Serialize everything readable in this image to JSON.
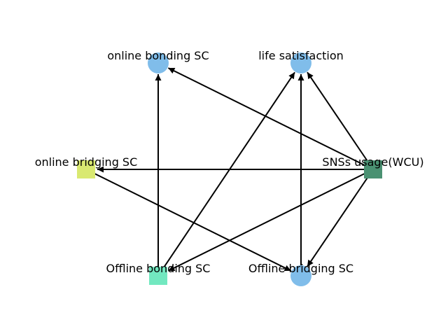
{
  "diagram": {
    "nodes": [
      {
        "id": "snss",
        "label": "SNSs usage(WCU)",
        "shape": "square",
        "color": "#4a9172"
      },
      {
        "id": "bonding_online",
        "label": "online bonding SC",
        "shape": "circle",
        "color": "#80bdea"
      },
      {
        "id": "life",
        "label": "life satisfaction",
        "shape": "circle",
        "color": "#80bdea"
      },
      {
        "id": "bridging_online",
        "label": "online bridging SC",
        "shape": "square",
        "color": "#d9e971"
      },
      {
        "id": "bonding_offline",
        "label": "Offline bonding SC",
        "shape": "square",
        "color": "#72e8c0"
      },
      {
        "id": "bridging_offline",
        "label": "Offline bridging SC",
        "shape": "circle",
        "color": "#80bdea"
      }
    ],
    "edges": [
      {
        "from": "snss",
        "to": "bonding_online"
      },
      {
        "from": "snss",
        "to": "life"
      },
      {
        "from": "snss",
        "to": "bridging_online"
      },
      {
        "from": "snss",
        "to": "bonding_offline"
      },
      {
        "from": "snss",
        "to": "bridging_offline"
      },
      {
        "from": "bonding_offline",
        "to": "bonding_online"
      },
      {
        "from": "bonding_offline",
        "to": "life"
      },
      {
        "from": "bridging_offline",
        "to": "life"
      },
      {
        "from": "bridging_online",
        "to": "bridging_offline"
      }
    ],
    "edge_color": "#000000"
  }
}
